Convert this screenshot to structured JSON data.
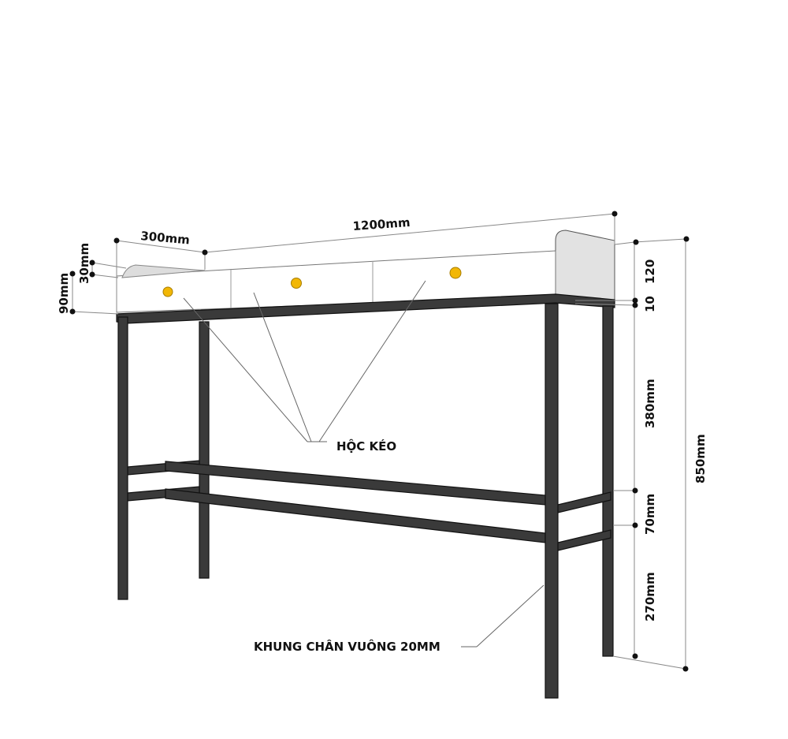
{
  "title": "Console table with drawers - dimension drawing",
  "dimensions": {
    "depth": "300mm",
    "width": "1200mm",
    "drawer_gap": "30mm",
    "drawer_height": "90mm",
    "back_panel": "120",
    "top_thickness": "10",
    "upper_space": "380mm",
    "stretcher_gap": "70mm",
    "lower_space": "270mm",
    "total_height": "850mm"
  },
  "callouts": {
    "drawers": "HỘC KÉO",
    "frame": "KHUNG CHÂN VUÔNG 20MM"
  },
  "colors": {
    "frame": "#3a3a3a",
    "knob": "#f2b705",
    "panel": "#e2e2e2"
  }
}
